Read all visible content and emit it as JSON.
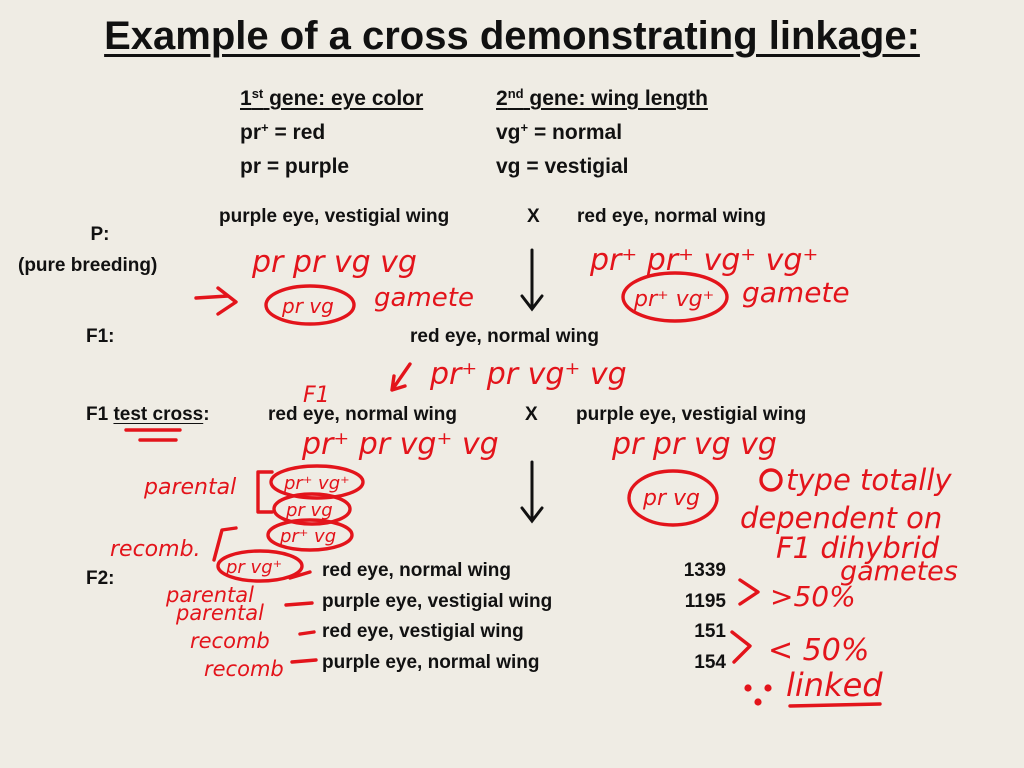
{
  "title": "Example of a cross demonstrating linkage:",
  "gene1": {
    "heading_pre": "1",
    "heading_sup": "st",
    "heading_post": " gene: eye color",
    "allele1_pre": "pr",
    "allele1_sup": "+",
    "allele1_post": " = red",
    "allele2": "pr = purple"
  },
  "gene2": {
    "heading_pre": "2",
    "heading_sup": "nd",
    "heading_post": " gene: wing length",
    "allele1_pre": "vg",
    "allele1_sup": "+",
    "allele1_post": " = normal",
    "allele2": "vg =  vestigial"
  },
  "p_row": {
    "label": "P:",
    "sublabel": "(pure breeding)",
    "left": "purple eye, vestigial wing",
    "x": "X",
    "right": "red eye, normal wing"
  },
  "f1_row": {
    "label": "F1:",
    "phenotype": "red eye, normal wing"
  },
  "f1_test_row": {
    "label_pre": "F1 ",
    "label_ul": "test cross",
    "label_post": ":",
    "left": "red eye, normal wing",
    "x": "X",
    "right": "purple eye, vestigial wing"
  },
  "f2": {
    "label": "F2:",
    "rows": [
      {
        "phenotype": "red eye, normal wing",
        "count": "1339"
      },
      {
        "phenotype": "purple eye, vestigial wing",
        "count": "1195"
      },
      {
        "phenotype": "red eye, vestigial wing",
        "count": "151"
      },
      {
        "phenotype": "purple eye, normal wing",
        "count": "154"
      }
    ]
  },
  "annotations": {
    "p_left_genotype": "pr pr  vg vg",
    "p_left_gamete": "pr vg",
    "p_left_gamete_label": "gamete",
    "p_right_genotype": "pr⁺ pr⁺  vg⁺ vg⁺",
    "p_right_gamete": "pr⁺ vg⁺",
    "p_right_gamete_label": "gamete",
    "f1_genotype": "pr⁺ pr  vg⁺ vg",
    "f1_mark": "F1",
    "test_left_genotype": "pr⁺ pr  vg⁺ vg",
    "test_right_genotype": "pr pr   vg vg",
    "test_right_gamete": "pr vg",
    "gametes": [
      "pr⁺ vg⁺",
      "pr vg",
      "pr⁺ vg",
      "pr vg⁺"
    ],
    "parental_label": "parental",
    "recomb_label": "recomb.",
    "f2_labels": [
      "parental",
      "parental",
      "recomb",
      "recomb"
    ],
    "note_lines": [
      "type totally",
      "dependent on",
      "F1 dihybrid",
      "gametes"
    ],
    "gt50": ">50%",
    "lt50": "< 50%",
    "conclusion": "linked",
    "ink_color": "#e3141b"
  }
}
